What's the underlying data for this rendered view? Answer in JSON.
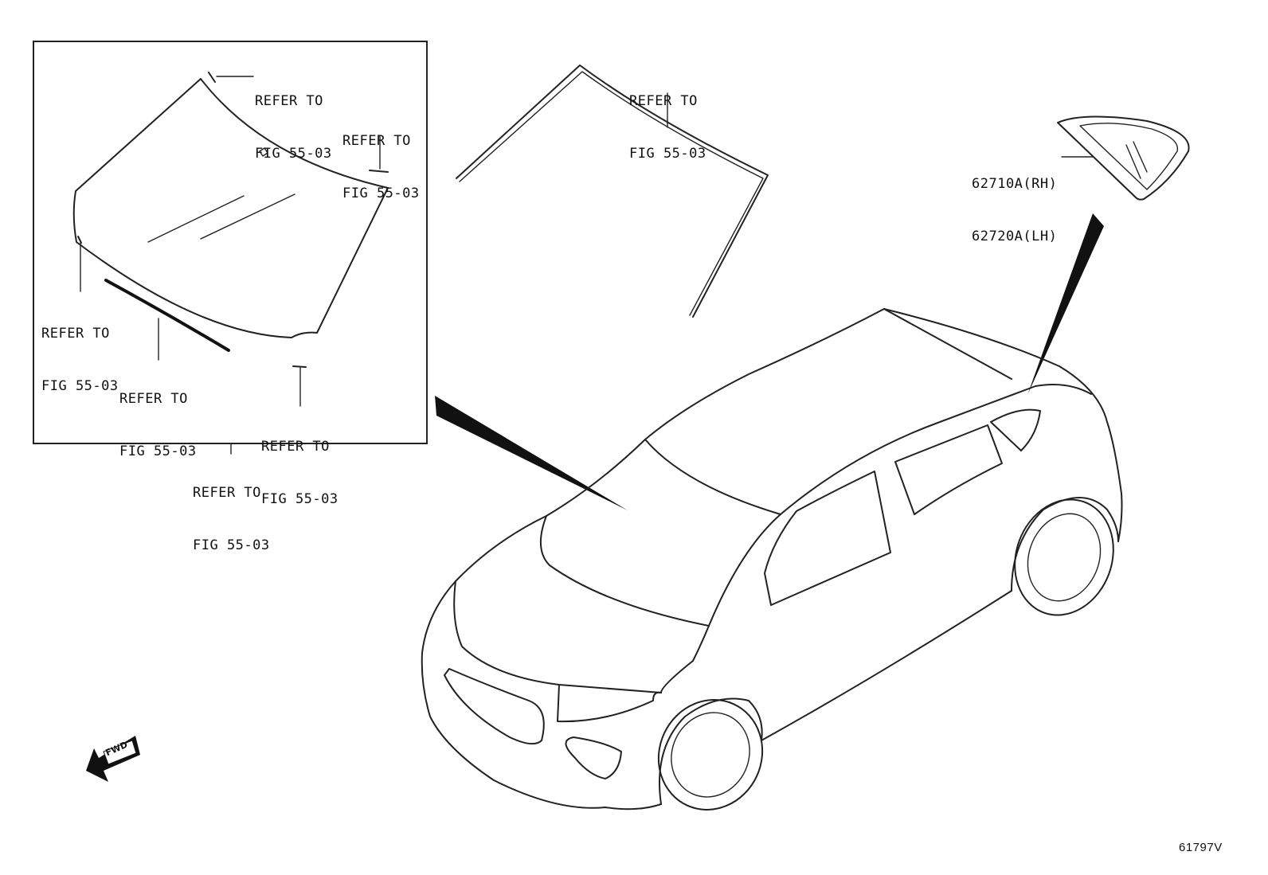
{
  "inset": {
    "callouts": [
      {
        "line1": "REFER TO",
        "line2": "FIG 55-03"
      },
      {
        "line1": "REFER TO",
        "line2": "FIG 55-03"
      },
      {
        "line1": "REFER TO",
        "line2": "FIG 55-03"
      },
      {
        "line1": "REFER TO",
        "line2": "FIG 55-03"
      },
      {
        "line1": "REFER TO",
        "line2": "FIG 55-03"
      },
      {
        "line1": "REFER TO",
        "line2": "FIG 55-03"
      }
    ]
  },
  "molding_callout": {
    "line1": "REFER TO",
    "line2": "FIG 55-03"
  },
  "quarter_glass": {
    "rh_part": "62710A(RH)",
    "lh_part": "62720A(LH)"
  },
  "fwd_label": "FWD",
  "catalog_number": "61797V"
}
